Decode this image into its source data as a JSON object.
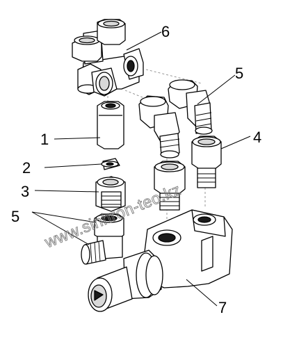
{
  "callouts": [
    {
      "label": "1"
    },
    {
      "label": "2"
    },
    {
      "label": "3"
    },
    {
      "label": "4"
    },
    {
      "label": "5"
    },
    {
      "label": "5"
    },
    {
      "label": "6"
    },
    {
      "label": "7"
    }
  ],
  "watermark": "www.sinhron-teo.kz"
}
